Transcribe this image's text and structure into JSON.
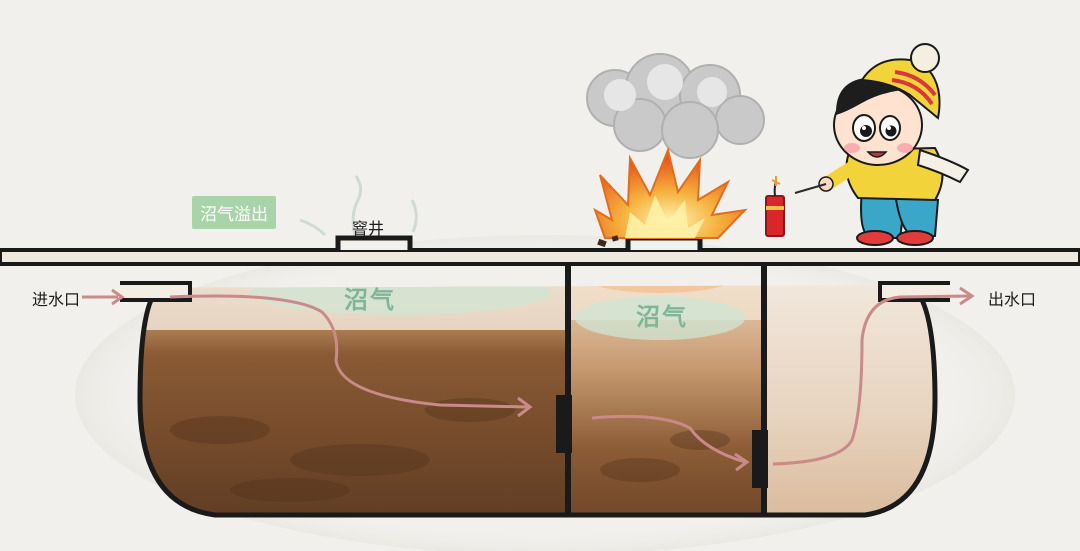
{
  "labels": {
    "inlet": "进水口",
    "outlet": "出水口",
    "manhole": "窨井",
    "gas_overflow": "沼气溢出",
    "gas_chamber1": "沼气",
    "gas_chamber2": "沼气"
  },
  "colors": {
    "background": "#f1f0ec",
    "tank_outline": "#1a1a1a",
    "sludge": "#6b4427",
    "flow_arrow": "#c98a8a",
    "gas_tag": "#a9d3a8",
    "fire": "#f29a2a"
  }
}
